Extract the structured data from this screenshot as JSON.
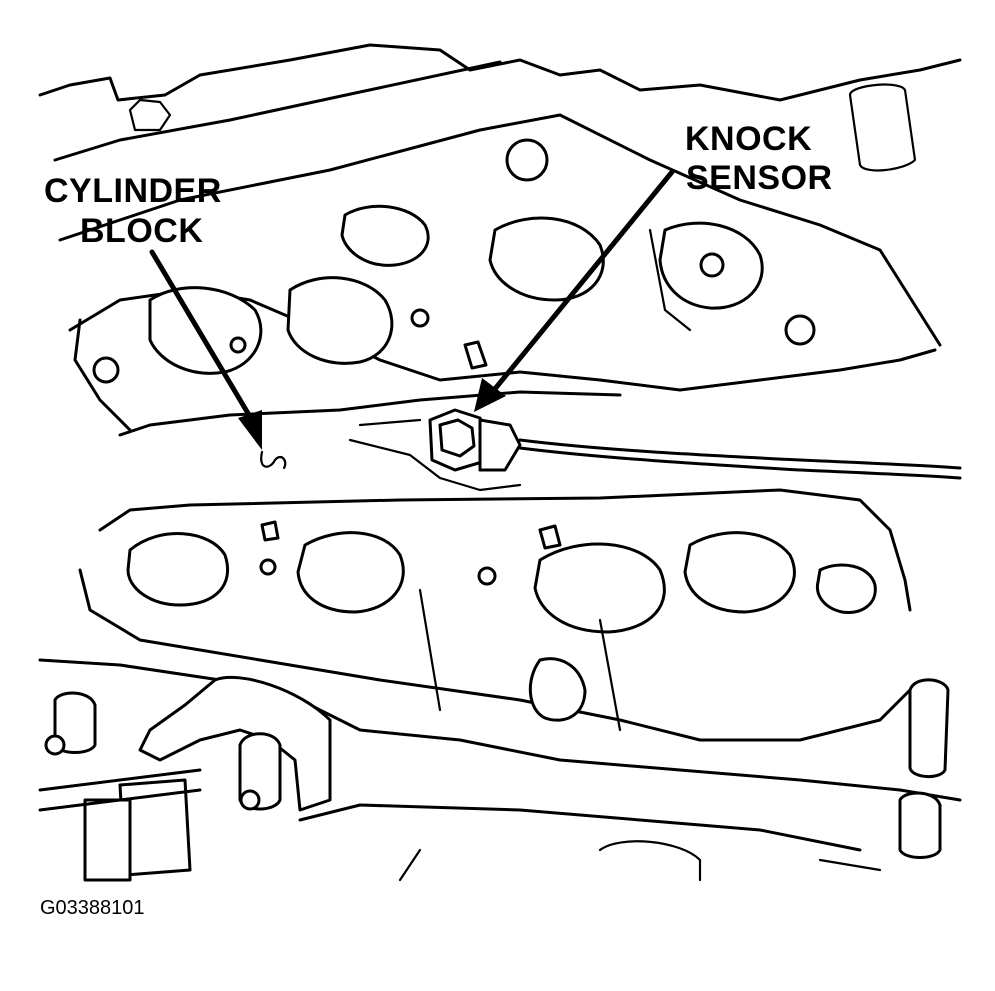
{
  "figure": {
    "id_text": "G03388101"
  },
  "callouts": {
    "cylinder_block": {
      "line1": "CYLINDER",
      "line2": "BLOCK"
    },
    "knock_sensor": {
      "line1": "KNOCK",
      "line2": "SENSOR"
    }
  },
  "colors": {
    "ink": "#000000",
    "paper": "#ffffff"
  }
}
